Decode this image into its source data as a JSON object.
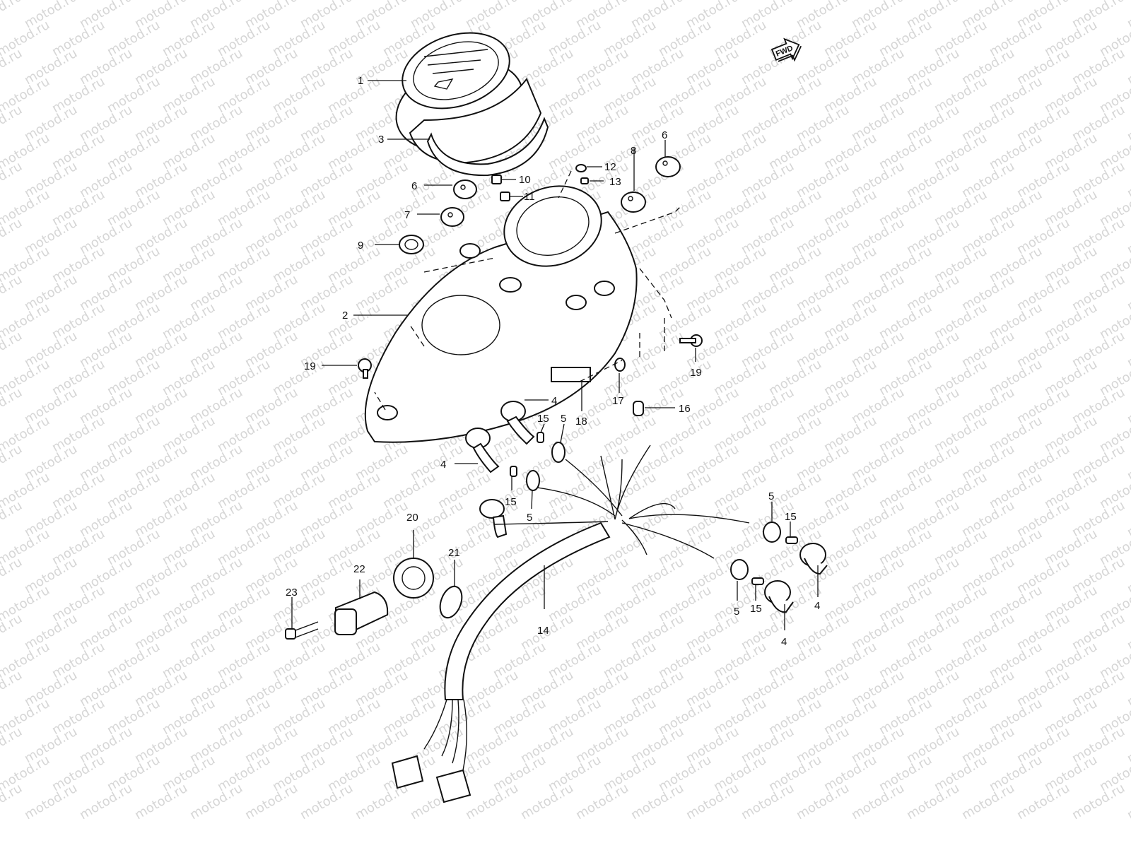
{
  "watermark": {
    "text": "motod.ru",
    "color": "#d6d6d6"
  },
  "fwd": {
    "label": "FWD"
  },
  "callouts": [
    {
      "id": "c1",
      "text": "1"
    },
    {
      "id": "c3",
      "text": "3"
    },
    {
      "id": "c6a",
      "text": "6"
    },
    {
      "id": "c7",
      "text": "7"
    },
    {
      "id": "c9",
      "text": "9"
    },
    {
      "id": "c10",
      "text": "10"
    },
    {
      "id": "c11",
      "text": "11"
    },
    {
      "id": "c12",
      "text": "12"
    },
    {
      "id": "c13",
      "text": "13"
    },
    {
      "id": "c8",
      "text": "8"
    },
    {
      "id": "c6b",
      "text": "6"
    },
    {
      "id": "c2",
      "text": "2"
    },
    {
      "id": "c19a",
      "text": "19"
    },
    {
      "id": "c19b",
      "text": "19"
    },
    {
      "id": "c17",
      "text": "17"
    },
    {
      "id": "c16",
      "text": "16"
    },
    {
      "id": "c18",
      "text": "18"
    },
    {
      "id": "c4a",
      "text": "4"
    },
    {
      "id": "c15a",
      "text": "15"
    },
    {
      "id": "c5a",
      "text": "5"
    },
    {
      "id": "c4b",
      "text": "4"
    },
    {
      "id": "c15b",
      "text": "15"
    },
    {
      "id": "c5b",
      "text": "5"
    },
    {
      "id": "c5c",
      "text": "5"
    },
    {
      "id": "c15c",
      "text": "15"
    },
    {
      "id": "c4c",
      "text": "4"
    },
    {
      "id": "c5d",
      "text": "5"
    },
    {
      "id": "c15d",
      "text": "15"
    },
    {
      "id": "c4d",
      "text": "4"
    },
    {
      "id": "c20",
      "text": "20"
    },
    {
      "id": "c21",
      "text": "21"
    },
    {
      "id": "c22",
      "text": "22"
    },
    {
      "id": "c23",
      "text": "23"
    },
    {
      "id": "c14",
      "text": "14"
    }
  ]
}
